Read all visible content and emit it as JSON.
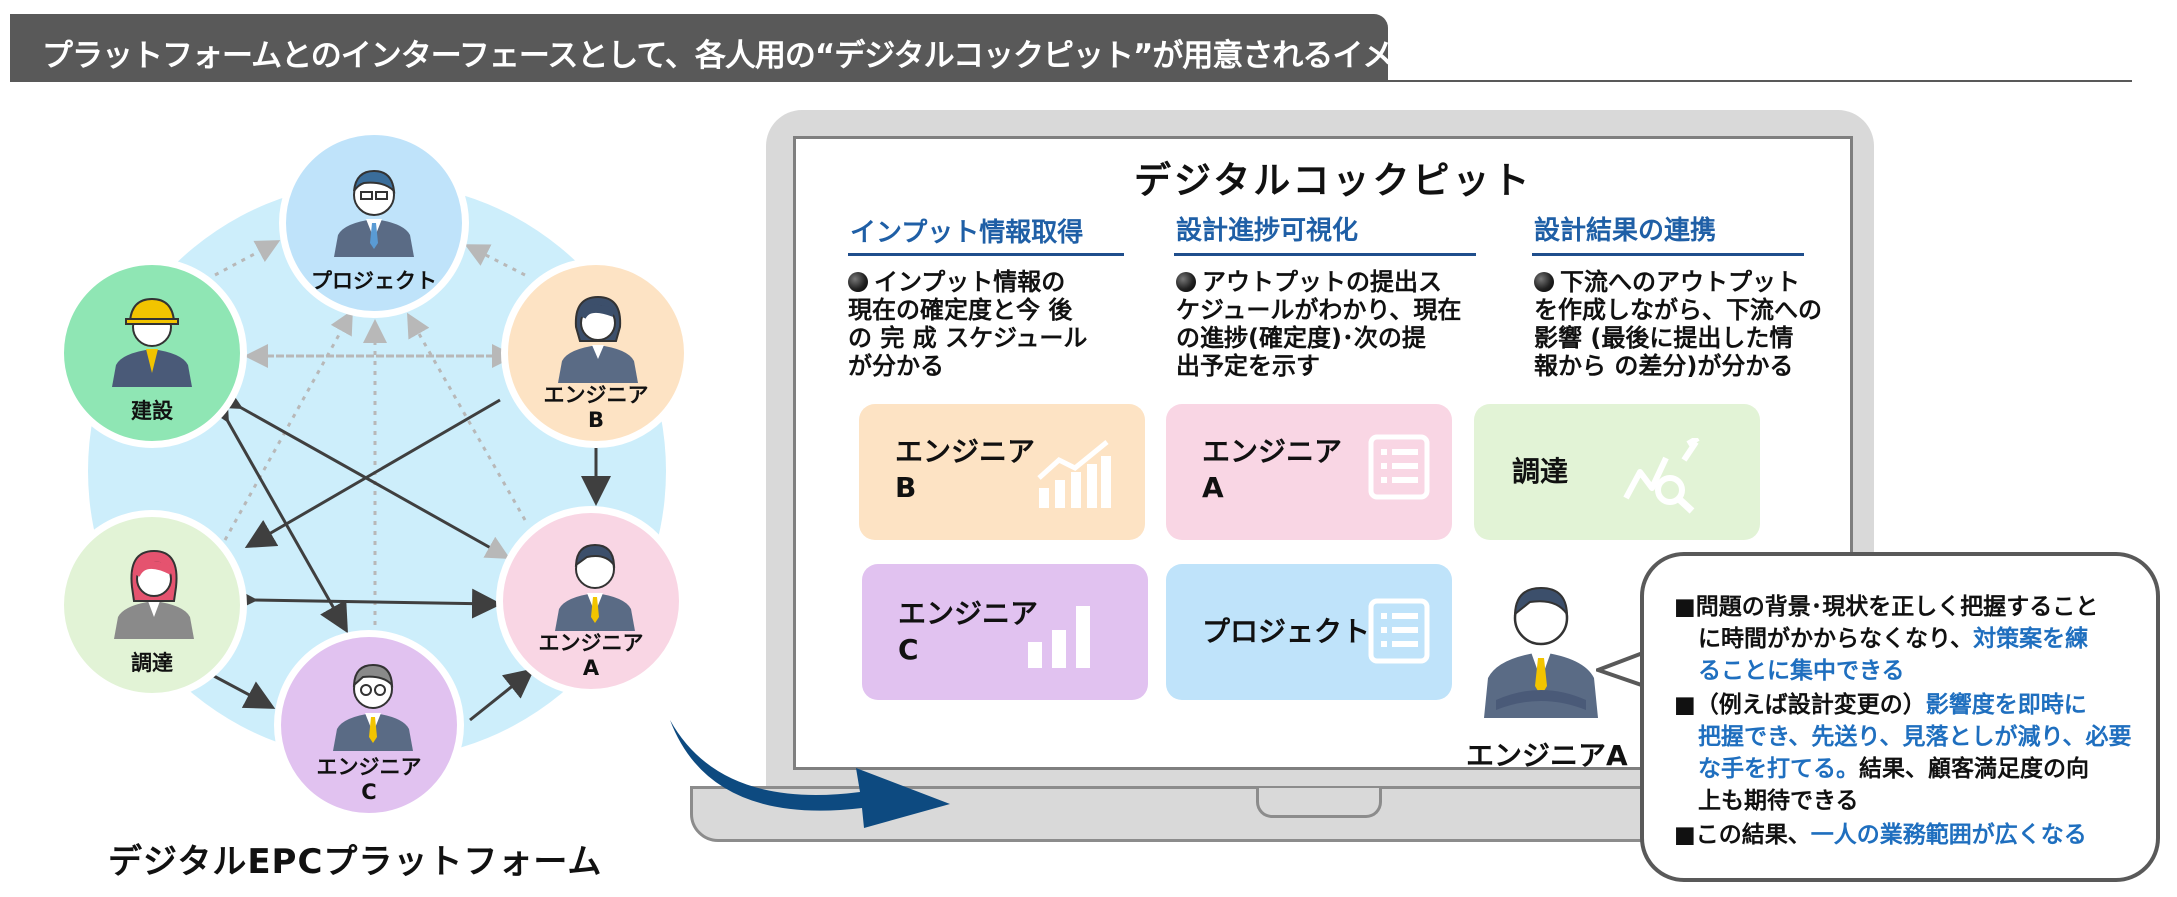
{
  "header": {
    "title": "プラットフォームとのインターフェースとして、各人用の“デジタルコックピット”が用意されるイメージ"
  },
  "platform": {
    "title": "デジタルEPCプラットフォーム",
    "nodes": {
      "project": "プロジェクト",
      "construction": "建設",
      "engineer_b_1": "エンジニア",
      "engineer_b_2": "B",
      "procurement": "調達",
      "engineer_a_1": "エンジニア",
      "engineer_a_2": "A",
      "engineer_c_1": "エンジニア",
      "engineer_c_2": "C"
    },
    "colors": {
      "hub": "#cdeefb",
      "project": "#bfe3fa",
      "construction": "#8fe6b4",
      "engineer_b": "#fde3c4",
      "engineer_a": "#f9d6e4",
      "procurement": "#e2f3d6",
      "engineer_c": "#e1c2f0",
      "arrow": "#3f3f3f",
      "dotted": "#b8b8b8"
    }
  },
  "cockpit": {
    "title": "デジタルコックピット",
    "sections": [
      {
        "heading": "インプット情報取得",
        "lines": [
          "インプット情報の",
          "現在の確定度と今 後",
          "の 完 成 スケジュール",
          "が分かる"
        ]
      },
      {
        "heading": "設計進捗可視化",
        "lines": [
          "アウトプットの提出ス",
          "ケジュールがわかり、現在",
          "の進捗(確定度)･次の提",
          "出予定を示す"
        ]
      },
      {
        "heading": "設計結果の連携",
        "lines": [
          "下流へのアウトプット",
          "を作成しながら、下流への",
          "影響 (最後に提出した情",
          "報から の差分)が分かる"
        ]
      }
    ],
    "tiles": [
      {
        "line1": "エンジニア",
        "line2": "B",
        "icon": "growth-chart-icon",
        "color": "#fde3c4"
      },
      {
        "line1": "エンジニア",
        "line2": "A",
        "icon": "document-list-icon",
        "color": "#f9d6e4"
      },
      {
        "line1": "調達",
        "line2": "",
        "icon": "analytics-search-icon",
        "color": "#e2f3d6"
      },
      {
        "line1": "エンジニア",
        "line2": "C",
        "icon": "bar-chart-icon",
        "color": "#e1c2f0"
      },
      {
        "line1": "プロジェクト",
        "line2": "",
        "icon": "document-list-icon",
        "color": "#bfe3fa"
      }
    ],
    "engineer_label": "エンジニアA"
  },
  "callout": {
    "l1": "■問題の背景･現状を正しく把握すること",
    "l2a": "に時間がかからなくなり、",
    "l2b": "対策案を練",
    "l3": "ることに集中できる",
    "l4a": "■（例えば設計変更の）",
    "l4b": "影響度を即時に",
    "l5": "把握でき、先送り、見落としが減り、必要",
    "l6a": "な手を打てる。",
    "l6b": "結果、顧客満足度の向",
    "l7": "上も期待できる",
    "l8a": "■この結果、",
    "l8b": "一人の業務範囲が広くなる"
  }
}
